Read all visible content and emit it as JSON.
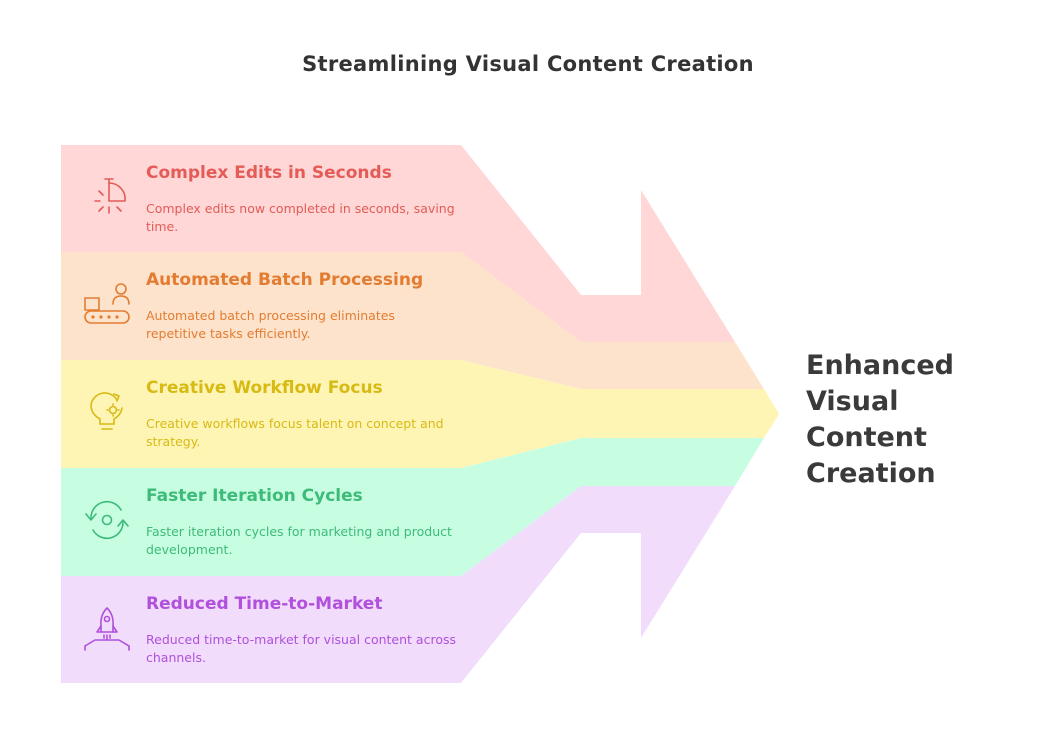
{
  "title": "Streamlining Visual Content Creation",
  "result": {
    "lines": [
      "Enhanced",
      "Visual",
      "Content",
      "Creation"
    ]
  },
  "rows": [
    {
      "heading": "Complex Edits in Seconds",
      "desc": "Complex edits now completed in seconds, saving time.",
      "icon": "pie-chart-icon",
      "fill": "#fed7d6",
      "text_color": "#e45b57"
    },
    {
      "heading": "Automated Batch Processing",
      "desc": "Automated batch processing eliminates repetitive tasks efficiently.",
      "icon": "conveyor-belt-icon",
      "fill": "#fee3cc",
      "text_color": "#e27c31"
    },
    {
      "heading": "Creative Workflow Focus",
      "desc": "Creative workflows focus talent on concept and strategy.",
      "icon": "lightbulb-icon",
      "fill": "#fef5b5",
      "text_color": "#d8ba14"
    },
    {
      "heading": "Faster Iteration Cycles",
      "desc": "Faster iteration cycles for marketing and product development.",
      "icon": "refresh-cycle-icon",
      "fill": "#c7fde1",
      "text_color": "#3dbb79"
    },
    {
      "heading": "Reduced Time-to-Market",
      "desc": "Reduced time-to-market for visual content across channels.",
      "icon": "rocket-launch-icon",
      "fill": "#f1dcfc",
      "text_color": "#b050dc"
    }
  ]
}
